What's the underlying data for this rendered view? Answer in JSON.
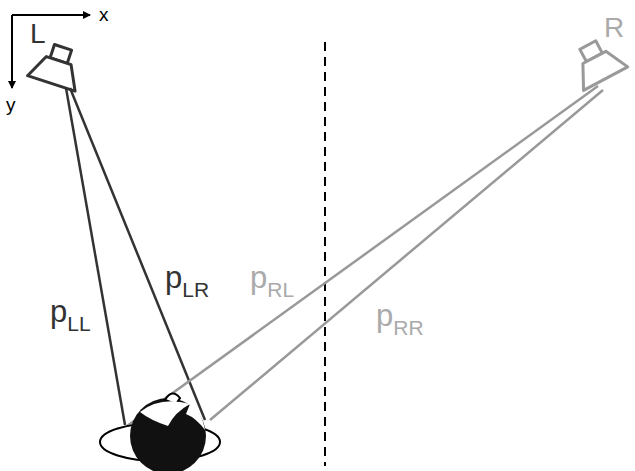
{
  "diagram": {
    "labels": [
      "x",
      "y",
      "L",
      "R",
      "p",
      "LL",
      "p",
      "LR",
      "p",
      "RL",
      "p",
      "RR"
    ]
  }
}
